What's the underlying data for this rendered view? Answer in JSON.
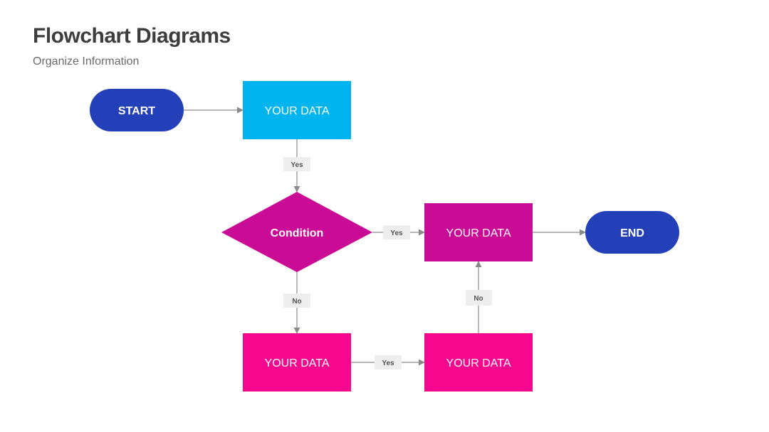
{
  "header": {
    "title": "Flowchart Diagrams",
    "subtitle": "Organize Information"
  },
  "colors": {
    "terminal": "#2340b8",
    "process_blue": "#00b4ef",
    "decision": "#c90b96",
    "process_purple": "#c90b96",
    "process_pink": "#f5078e",
    "connector": "#8a8a8a",
    "label_bg": "#eeeeee"
  },
  "nodes": {
    "start": "START",
    "step1": "YOUR DATA",
    "condition": "Condition",
    "step_yes": "YOUR DATA",
    "end": "END",
    "step_no": "YOUR DATA",
    "step_loop": "YOUR DATA"
  },
  "edges": {
    "step1_to_condition": "Yes",
    "condition_to_step_yes": "Yes",
    "condition_to_step_no": "No",
    "step_no_to_step_loop": "Yes",
    "step_loop_to_step_yes": "No"
  }
}
